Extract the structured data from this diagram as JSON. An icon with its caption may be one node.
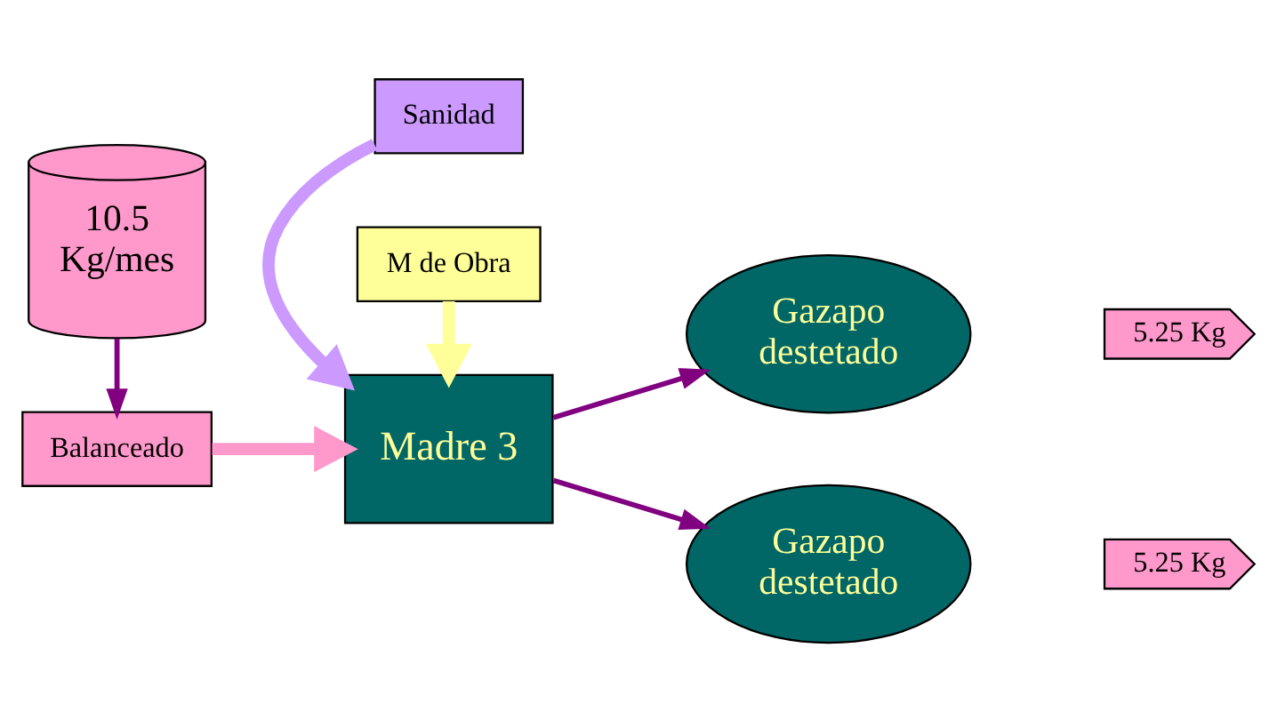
{
  "diagram": {
    "nodes": [
      {
        "text": [
          "Balanceado"
        ]
      },
      {
        "text": [
          "Sanidad"
        ]
      },
      {
        "text": [
          "Madre 3"
        ]
      },
      {
        "text": [
          "M de Obra"
        ]
      },
      {
        "text": [
          "10.5 Kg/mes"
        ]
      },
      {
        "text": [
          "Gazapo destetado"
        ]
      },
      {
        "text": [
          "Gazapo destetado"
        ]
      },
      {
        "text": [
          "5.25 Kg"
        ]
      },
      {
        "text": [
          "5.25 Kg"
        ]
      }
    ],
    "edges": [
      {
        "from": 4,
        "to": 0,
        "arrow": "to",
        "color": "#800080"
      },
      {
        "from": 0,
        "to": 2,
        "arrow": "to",
        "style": "thick",
        "color": "#ff99cc"
      },
      {
        "from": 1,
        "to": 2,
        "arrow": "to",
        "style": "thick",
        "color": "#cc99ff"
      },
      {
        "from": 3,
        "to": 2,
        "arrow": "to",
        "style": "thick",
        "color": "#ffff99"
      },
      {
        "from": 2,
        "to": 5,
        "arrow": "to",
        "color": "#800080"
      },
      {
        "from": 2,
        "to": 6,
        "arrow": "to",
        "color": "#800080"
      }
    ]
  }
}
